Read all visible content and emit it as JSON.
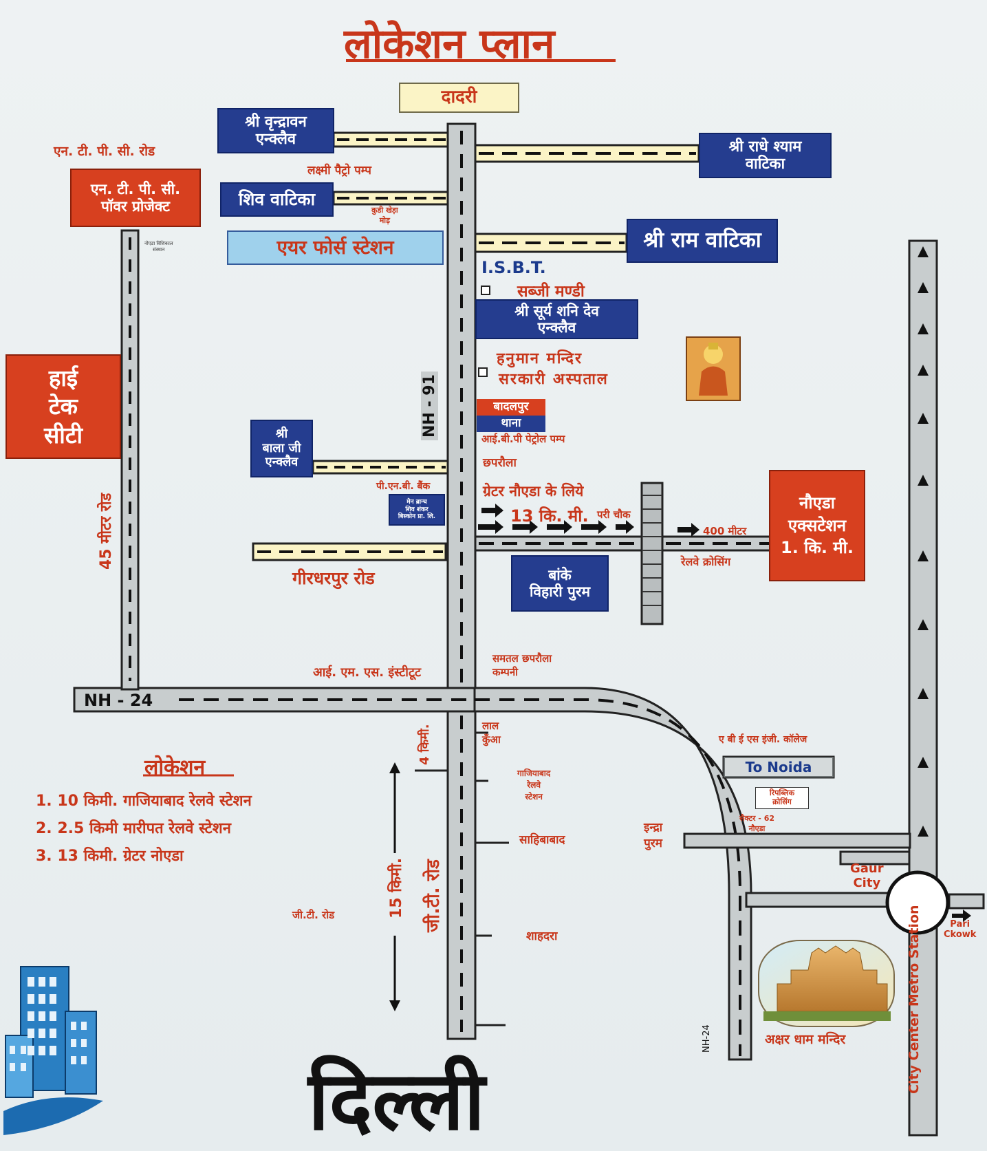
{
  "title": "लोकेशन प्लान",
  "city_footer": "दिल्ली",
  "colors": {
    "road": "#c8cdce",
    "road_edge": "#222222",
    "red_text": "#c8361a",
    "blue_box": "#253d8f",
    "red_box": "#d7401f"
  },
  "roads": {
    "nh91": "NH - 91",
    "nh24": "NH - 24",
    "nh24_small": "NH-24",
    "meter45": "45 मीटर रोड",
    "gt_road_vertical": "जी.टी. रोड",
    "km4": "4 किमी.",
    "km15": "15 किमी.",
    "ntpc_road": "एन. टी. पी. सी. रोड",
    "girdharpur": "गीरधरपुर रोड",
    "gt_road": "जी.टी. रोड",
    "metro": "City Center Metro Station"
  },
  "boxes": {
    "dadri": "दादरी",
    "vrindavan": "श्री वृन्द्रावन\nएन्क्लैव",
    "radhe": "श्री राधे श्याम\nवाटिका",
    "ntpc_power": "एन. टी. पी. सी.\nपॉवर प्रोजेक्ट",
    "shiv": "शिव वाटिका",
    "airforce": "एयर फोर्स स्टेशन",
    "ram": "श्री राम वाटिका",
    "surya": "श्री सूर्य शनि देव\nएन्क्लैव",
    "hitech": "हाई\nटेक\nसीटी",
    "badalpur_1": "बादलपुर",
    "badalpur_2": "थाना",
    "balaji": "श्री\nबाला जी\nएन्क्लैव",
    "main_branch": "मेन ब्रान्च\nशिव शंकर\nबिस्कोन प्रा. लि.",
    "noida_ext": "नौएडा\nएक्सटेशन\n1. कि. मी.",
    "banke": "बांके\nविहारी पुरम",
    "to_noida": "To Noida",
    "republic": "रिपब्लिक\nक्रोसिंग"
  },
  "labels": {
    "lakshmi": "लक्ष्मी पैट्रो पम्प",
    "kudi": "कुडी खेड़ा\nमोड़",
    "noida_special": "नोएडा विशिकाल\nसंस्थान",
    "isbt": "I.S.B.T.",
    "sabji": "सब्जी मण्डी",
    "hanuman": "हनुमान मन्दिर",
    "hospital": "सरकारी अस्पताल",
    "ibp": "आई.बी.पी पेट्रोल पम्प",
    "chhaprola": "छपरौला",
    "pnb": "पी.एन.बी. बैंक",
    "greater_noida": "ग्रेटर नौएडा के लिये",
    "km13": "13 कि. मी.",
    "pari_chowk": "परी चौक",
    "m400": "400 मीटर",
    "railway_crossing": "रेलवे क्रोसिंग",
    "ims": "आई. एम. एस. इंस्टीटूट",
    "samtal": "समतल छपरौला\nकम्पनी",
    "lal_kuan": "लाल\nकुँआ",
    "abes": "ए बी ई एस इंजी. कॉलेज",
    "ghaziabad_station": "गाजियाबाद\nरेलवे\nस्टेशन",
    "sector62": "सैक्टर - 62\nनौएडा",
    "sahibabad": "साहिबाबाद",
    "indrapuram": "इन्द्रा\nपुरम",
    "gaur": "Gaur\nCity",
    "pari_ckowk": "Pari\nCkowk",
    "shahdara": "शाहदरा",
    "akshardham": "अक्षर धाम मन्दिर"
  },
  "location_list": {
    "heading": "लोकेशन",
    "items": [
      "1. 10 किमी. गाजियाबाद रेलवे स्टेशन",
      "2. 2.5 किमी मारीपत रेलवे स्टेशन",
      "3. 13 किमी. ग्रेटर नोएडा"
    ]
  },
  "icons": [
    "hanuman-image",
    "akshardham-image",
    "buildings-logo",
    "roundabout-icon",
    "arrow-icon"
  ]
}
